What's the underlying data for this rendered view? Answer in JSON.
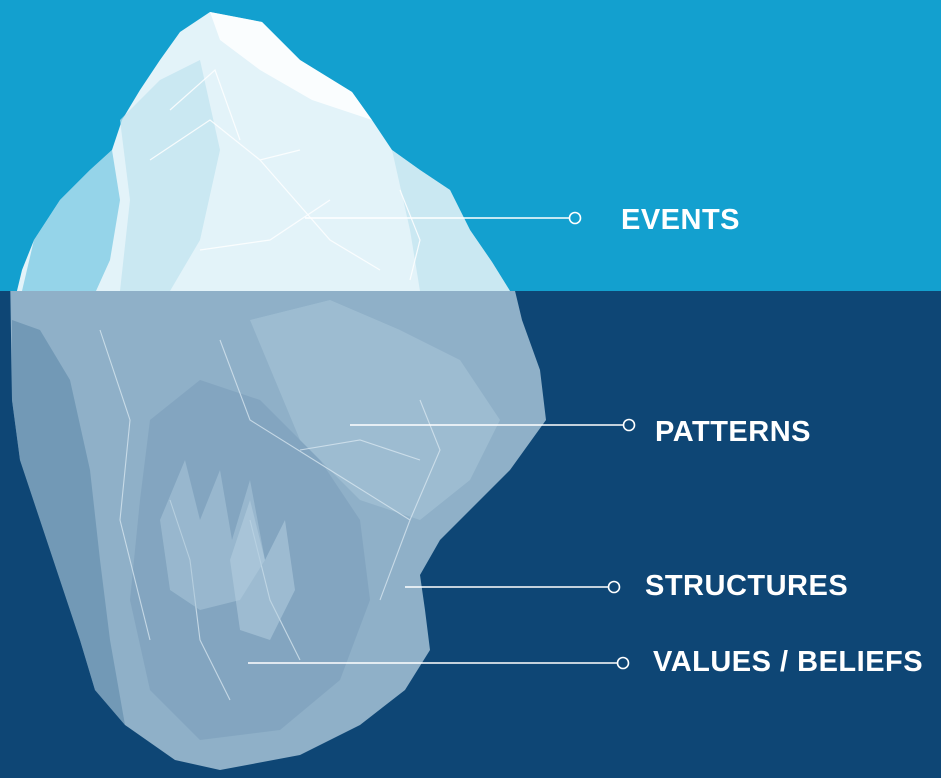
{
  "colors": {
    "surface_water": "#13a0cf",
    "deep_water": "#0e4675",
    "ice_light": "#e3f3f9",
    "ice_mid": "#bfe2f0",
    "ice_under": "#8fb0c8",
    "ice_under_dark": "#5b86a8",
    "line": "#ffffff"
  },
  "labels": {
    "events": "EVENTS",
    "patterns": "PATTERNS",
    "structures": "STRUCTURES",
    "values_beliefs": "VALUES / BELIEFS"
  }
}
